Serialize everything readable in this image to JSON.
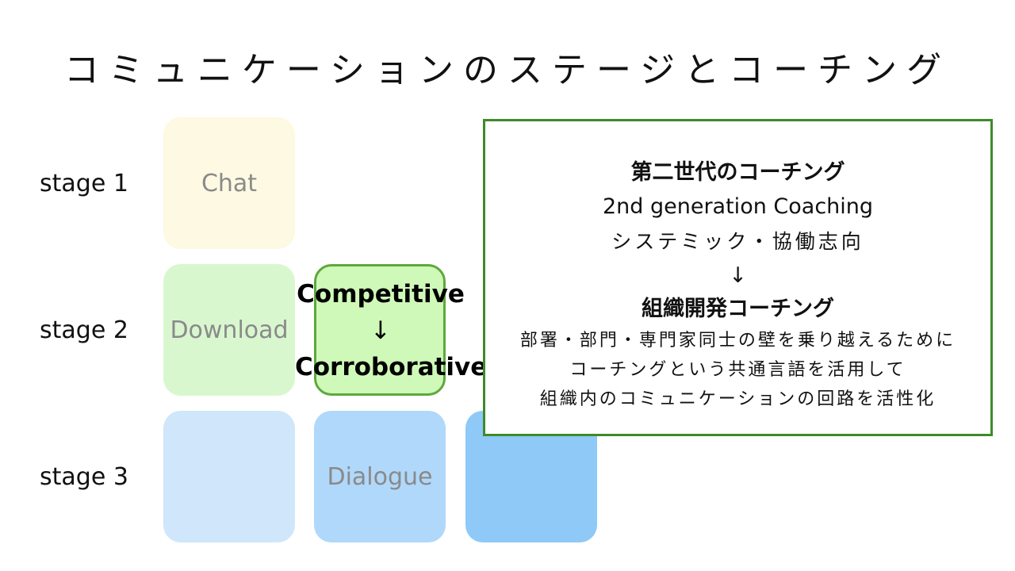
{
  "title": "コミュニケーションのステージとコーチング",
  "stages": [
    {
      "label": "stage 1"
    },
    {
      "label": "stage 2"
    },
    {
      "label": "stage 3"
    }
  ],
  "boxes": {
    "chat": "Chat",
    "download": "Download",
    "dialogue": "Dialogue"
  },
  "competitive_box": {
    "top": "Competitive",
    "arrow": "↓",
    "bottom": "Corroborative"
  },
  "panel": {
    "heading1": "第二世代のコーチング",
    "subtitle_en": "2nd generation Coaching",
    "subtitle_jp": "システミック・協働志向",
    "arrow": "↓",
    "heading2": "組織開発コーチング",
    "desc": [
      "部署・部門・専門家同士の壁を乗り越えるために",
      "コーチングという共通言語を活用して",
      "組織内のコミュニケーションの回路を活性化"
    ]
  },
  "colors": {
    "stage1": "#fdf9e2",
    "stage2": "#d9f7cf",
    "stage2_highlight": "#cff9b8",
    "stage2_border": "#5ea83d",
    "stage3_light": "#cfe6fb",
    "stage3_mid": "#b0d8fa",
    "stage3_dark": "#8ec9f8",
    "panel_border": "#3f8a28"
  }
}
